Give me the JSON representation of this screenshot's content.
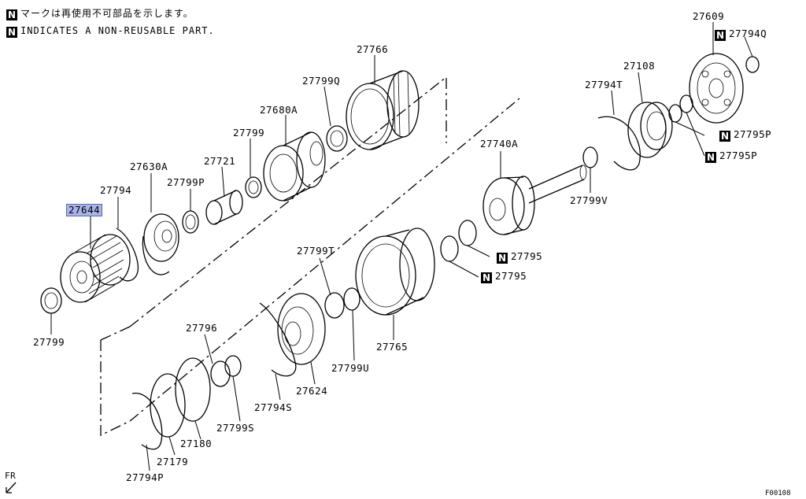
{
  "notice": {
    "line_ja": "マークは再使用不可部品を示します。",
    "line_en": "INDICATES A NON-REUSABLE PART.",
    "badge": "N"
  },
  "orientation_label": "FR",
  "figure_id": "F00108",
  "highlight_color": "#a8b4ea",
  "parts": [
    {
      "id": "27644",
      "label": "27644",
      "highlighted": true,
      "non_reusable": false
    },
    {
      "id": "27794",
      "label": "27794",
      "highlighted": false,
      "non_reusable": false
    },
    {
      "id": "27799-a",
      "label": "27799",
      "highlighted": false,
      "non_reusable": false
    },
    {
      "id": "27630A",
      "label": "27630A",
      "highlighted": false,
      "non_reusable": false
    },
    {
      "id": "27799P",
      "label": "27799P",
      "highlighted": false,
      "non_reusable": false
    },
    {
      "id": "27721",
      "label": "27721",
      "highlighted": false,
      "non_reusable": false
    },
    {
      "id": "27799-b",
      "label": "27799",
      "highlighted": false,
      "non_reusable": false
    },
    {
      "id": "27680A",
      "label": "27680A",
      "highlighted": false,
      "non_reusable": false
    },
    {
      "id": "27799Q",
      "label": "27799Q",
      "highlighted": false,
      "non_reusable": false
    },
    {
      "id": "27766",
      "label": "27766",
      "highlighted": false,
      "non_reusable": false
    },
    {
      "id": "27609",
      "label": "27609",
      "highlighted": false,
      "non_reusable": false
    },
    {
      "id": "27794Q",
      "label": "27794Q",
      "highlighted": false,
      "non_reusable": true
    },
    {
      "id": "27108",
      "label": "27108",
      "highlighted": false,
      "non_reusable": false
    },
    {
      "id": "27794T",
      "label": "27794T",
      "highlighted": false,
      "non_reusable": false
    },
    {
      "id": "27795P-a",
      "label": "27795P",
      "highlighted": false,
      "non_reusable": true
    },
    {
      "id": "27795P-b",
      "label": "27795P",
      "highlighted": false,
      "non_reusable": true
    },
    {
      "id": "27740A",
      "label": "27740A",
      "highlighted": false,
      "non_reusable": false
    },
    {
      "id": "27799V",
      "label": "27799V",
      "highlighted": false,
      "non_reusable": false
    },
    {
      "id": "27795-a",
      "label": "27795",
      "highlighted": false,
      "non_reusable": true
    },
    {
      "id": "27795-b",
      "label": "27795",
      "highlighted": false,
      "non_reusable": true
    },
    {
      "id": "27799T",
      "label": "27799T",
      "highlighted": false,
      "non_reusable": false
    },
    {
      "id": "27765",
      "label": "27765",
      "highlighted": false,
      "non_reusable": false
    },
    {
      "id": "27799U",
      "label": "27799U",
      "highlighted": false,
      "non_reusable": false
    },
    {
      "id": "27624",
      "label": "27624",
      "highlighted": false,
      "non_reusable": false
    },
    {
      "id": "27794S",
      "label": "27794S",
      "highlighted": false,
      "non_reusable": false
    },
    {
      "id": "27796",
      "label": "27796",
      "highlighted": false,
      "non_reusable": false
    },
    {
      "id": "27799S",
      "label": "27799S",
      "highlighted": false,
      "non_reusable": false
    },
    {
      "id": "27180",
      "label": "27180",
      "highlighted": false,
      "non_reusable": false
    },
    {
      "id": "27179",
      "label": "27179",
      "highlighted": false,
      "non_reusable": false
    },
    {
      "id": "27794P",
      "label": "27794P",
      "highlighted": false,
      "non_reusable": false
    }
  ]
}
